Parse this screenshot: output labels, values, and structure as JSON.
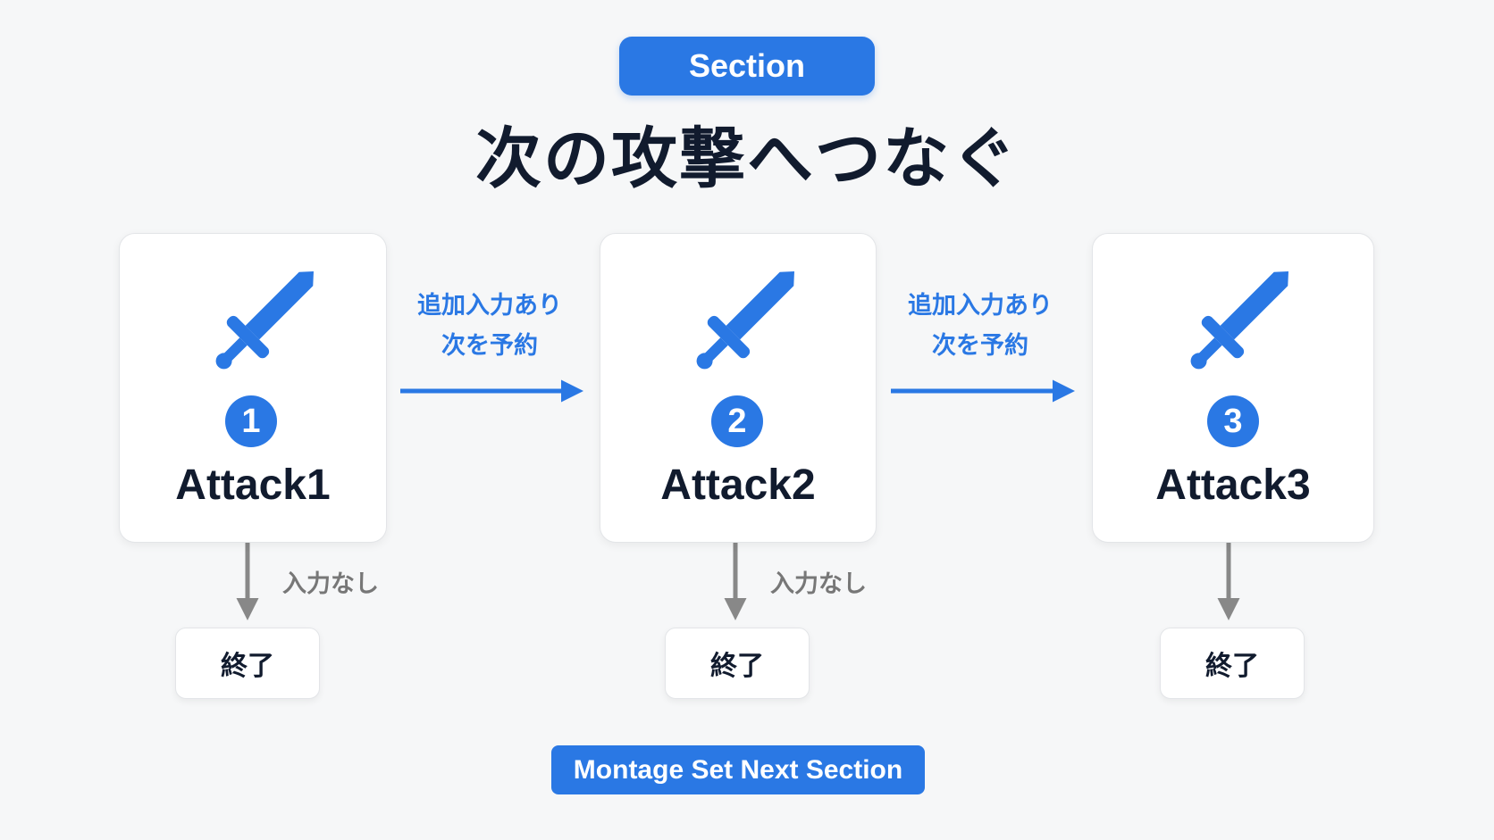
{
  "badge": "Section",
  "title": "次の攻撃へつなぐ",
  "nodes": [
    {
      "num": "1",
      "label": "Attack1",
      "end": "終了"
    },
    {
      "num": "2",
      "label": "Attack2",
      "end": "終了"
    },
    {
      "num": "3",
      "label": "Attack3",
      "end": "終了"
    }
  ],
  "edges": {
    "next_line1": "追加入力あり",
    "next_line2": "次を予約",
    "none": "入力なし"
  },
  "footer": "Montage Set Next Section",
  "colors": {
    "accent": "#2a78e4",
    "text": "#111b2e",
    "gray": "#888888"
  }
}
